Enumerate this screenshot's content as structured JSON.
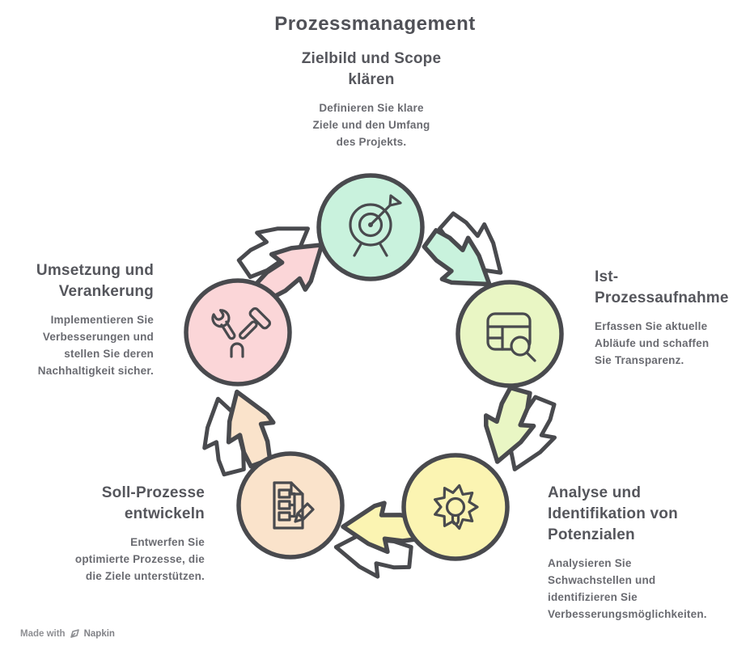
{
  "title": "Prozessmanagement",
  "colors": {
    "stroke": "#494a4e",
    "mint": "#c9f2dd",
    "lime": "#e9f6c4",
    "yellow": "#fbf4b2",
    "peach": "#fae3cb",
    "pink": "#fbd6d8"
  },
  "steps": [
    {
      "title": "Zielbild und Scope\nklären",
      "description": "Definieren Sie klare\nZiele und den Umfang\ndes Projekts.",
      "color": "#c9f2dd",
      "icon": "target-icon"
    },
    {
      "title": "Ist-\nProzessaufnahme",
      "description": "Erfassen Sie aktuelle\nAbläufe und schaffen\nSie Transparenz.",
      "color": "#e9f6c4",
      "icon": "table-search-icon"
    },
    {
      "title": "Analyse und\nIdentifikation von\nPotenzialen",
      "description": "Analysieren Sie\nSchwachstellen und\nidentifizieren Sie\nVerbesserungsmöglichkeiten.",
      "color": "#fbf4b2",
      "icon": "gear-bulb-icon"
    },
    {
      "title": "Soll-Prozesse\nentwickeln",
      "description": "Entwerfen Sie\noptimierte Prozesse, die\ndie Ziele unterstützen.",
      "color": "#fae3cb",
      "icon": "document-edit-icon"
    },
    {
      "title": "Umsetzung und\nVerankerung",
      "description": "Implementieren Sie\nVerbesserungen und\nstellen Sie deren\nNachhaltigkeit sicher.",
      "color": "#fbd6d8",
      "icon": "tools-icon"
    }
  ],
  "watermark": {
    "prefix": "Made with",
    "brand": "Napkin"
  }
}
